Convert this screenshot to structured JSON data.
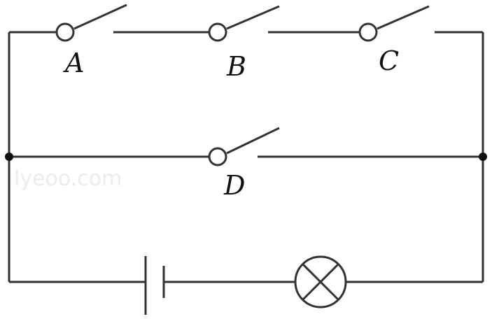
{
  "switches": [
    {
      "label": "A"
    },
    {
      "label": "B"
    },
    {
      "label": "C"
    },
    {
      "label": "D"
    }
  ],
  "watermark": "lyeoo.com",
  "colors": {
    "wire": "#333333",
    "label": "#111111"
  }
}
